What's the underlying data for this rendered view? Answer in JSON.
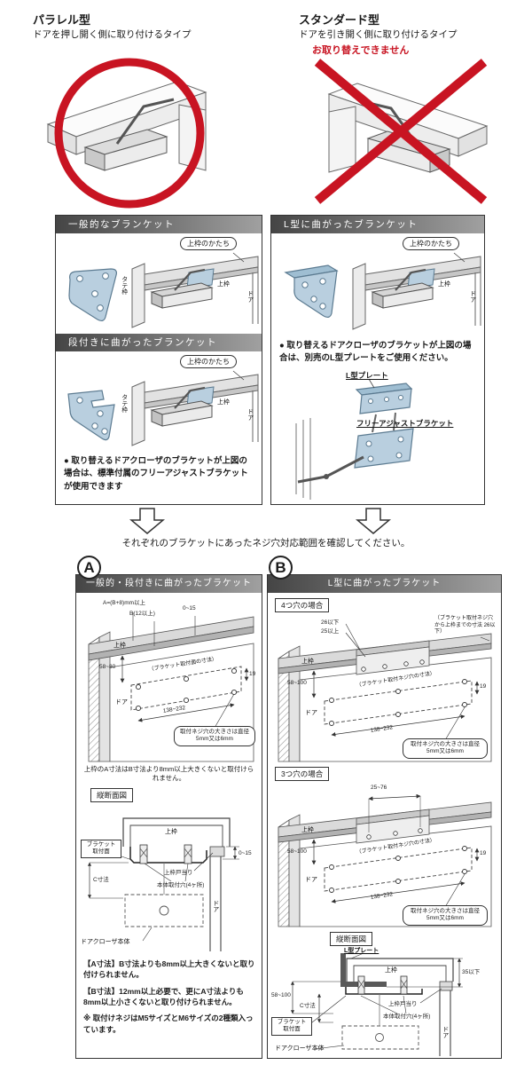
{
  "top": {
    "parallel": {
      "title": "パラレル型",
      "subtitle": "ドアを押し開く側に取り付けるタイプ"
    },
    "standard": {
      "title": "スタンダード型",
      "subtitle": "ドアを引き開く側に取り付けるタイプ",
      "warning": "お取り替えできません"
    }
  },
  "panels": {
    "general": {
      "header_flat": "一般的なブランケット",
      "header_step": "段付きに曲がったブランケット",
      "bubble": "上枠のかたち",
      "vertical_frame": "タテ枠",
      "top_frame": "上枠",
      "door": "ドア",
      "note": "● 取り替えるドアクローザのブラケットが上図の場合は、標準付属のフリーアジャストブラケットが使用できます"
    },
    "ltype": {
      "header": "L型に曲がったブランケット",
      "bubble": "上枠のかたち",
      "top_frame": "上枠",
      "door": "ドア",
      "note": "● 取り替えるドアクローザのブラケットが上図の場合は、別売のL型プレートをご使用ください。",
      "lplate": "L型プレート",
      "freeadjust": "フリーアジャストブラケット"
    }
  },
  "check_note": "それぞれのブラケットにあったネジ穴対応範囲を確認してください。",
  "sectionA": {
    "badge": "A",
    "header": "一般的・段付きに曲がったブラケット",
    "main": {
      "top_frame": "上枠",
      "door": "ドア",
      "dim_a": "A=(B+8)mm以上",
      "dim_b": "B(12以上)",
      "dim_015": "0~15",
      "dim_v": "58~80",
      "dim_19": "19",
      "dim_w": "138~232",
      "face_note": "（ブラケット取付面の寸法）",
      "hole_note": "取付ネジ穴の大きさは直径5mm又は6mm",
      "caption": "上枠のA寸法はB寸法より8mm以上大きくないと取付けられません。"
    },
    "section_label": "縦断面図",
    "cross": {
      "top_frame": "上枠",
      "dim_015": "0~15",
      "mount_face": "ブラケット取付面",
      "dim_c": "C寸法",
      "door_stop": "上枠戸当り",
      "body_holes": "本体取付穴(4ヶ所)",
      "door": "ドア",
      "closer_body": "ドアクローザ本体"
    },
    "notes": [
      "【A寸法】B寸法よりも8mm以上大きくないと取り付けられません。",
      "【B寸法】12mm以上必要で、更にA寸法よりも8mm以上小さくないと取り付けられません。",
      "※ 取付けネジはM5サイズとM6サイズの2種類入っています。"
    ]
  },
  "sectionB": {
    "badge": "B",
    "header": "L型に曲がったブラケット",
    "four": {
      "label": "4つ穴の場合",
      "dim_26": "26以下",
      "dim_25": "25以上",
      "top_frame": "上枠",
      "side_note": "（ブラケット取付ネジ穴から上枠までの寸法 26以下）",
      "dim_v": "58~100",
      "door": "ドア",
      "face_note": "（ブラケット取付ネジ穴の寸法）",
      "dim_19": "19",
      "dim_w": "138~232",
      "hole_note": "取付ネジ穴の大きさは直径5mm又は6mm"
    },
    "three": {
      "label": "3つ穴の場合",
      "dim_range": "25~76",
      "top_frame": "上枠",
      "dim_v": "58~100",
      "door": "ドア",
      "face_note": "（ブラケット取付ネジ穴の寸法）",
      "dim_19": "19",
      "dim_w": "138~232",
      "hole_note": "取付ネジ穴の大きさは直径5mm又は6mm"
    },
    "section_label": "縦断面図",
    "cross": {
      "lplate": "L型プレート",
      "top_frame": "上枠",
      "dim_35": "35以下",
      "dim_v": "58~100",
      "dim_c": "C寸法",
      "mount_face": "ブラケット取付面",
      "door_stop": "上枠戸当り",
      "body_holes": "本体取付穴(4ヶ所)",
      "door": "ドア",
      "closer_body": "ドアクローザ本体"
    }
  },
  "colors": {
    "red": "#c81422",
    "bracket_fill": "#b9cfdf",
    "header_gradient_start": "#454545",
    "header_gradient_end": "#a0a0a0"
  }
}
